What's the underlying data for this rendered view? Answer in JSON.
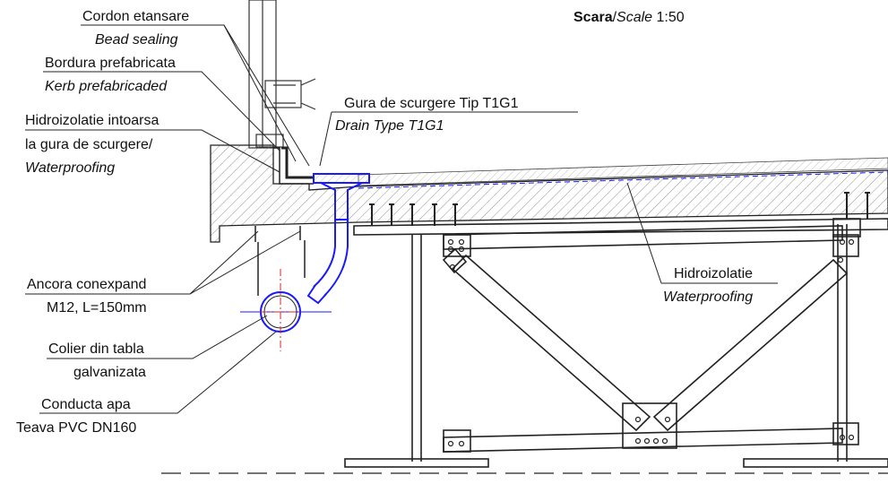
{
  "scale": {
    "bold": "Scara",
    "italic": "Scale",
    "value": "1:50"
  },
  "labels": {
    "cordon_ro": "Cordon etansare",
    "cordon_en": "Bead sealing",
    "bordura_ro": "Bordura prefabricata",
    "bordura_en": "Kerb prefabricaded",
    "hidro_intoarsa_1": "Hidroizolatie intoarsa",
    "hidro_intoarsa_2": "la gura de scurgere/",
    "hidro_intoarsa_en": "Waterproofing",
    "gura_ro": "Gura de scurgere  Tip T1G1",
    "gura_en": "Drain Type T1G1",
    "hidro_ro": "Hidroizolatie",
    "hidro_en": "Waterproofing",
    "ancora_1": "Ancora conexpand",
    "ancora_2": "M12, L=150mm",
    "colier_1": "Colier din tabla",
    "colier_2": "galvanizata",
    "conducta_1": "Conducta apa",
    "conducta_2": "Teava PVC DN160"
  },
  "colors": {
    "line": "#111111",
    "drain": "#1a1aff",
    "axis": "#e02020",
    "hatch": "#555555"
  }
}
